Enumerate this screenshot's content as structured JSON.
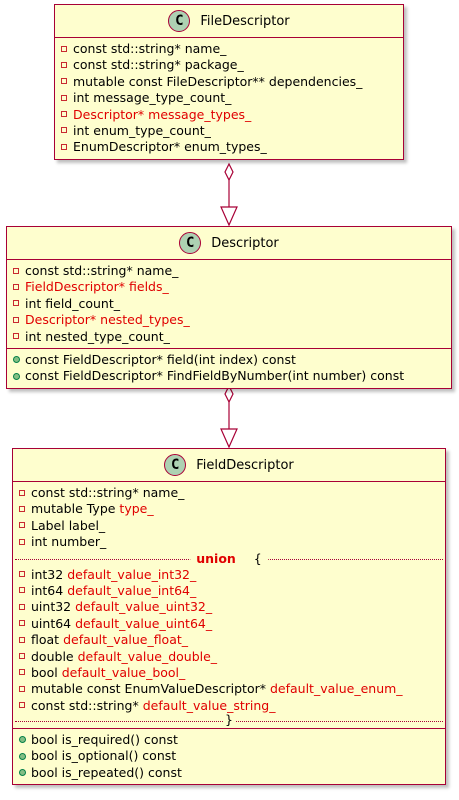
{
  "classes": {
    "file_descriptor": {
      "badge": "C",
      "name": "FileDescriptor",
      "fields": [
        {
          "vis": "private",
          "text": "const std::string* name_"
        },
        {
          "vis": "private",
          "text": "const std::string* package_"
        },
        {
          "vis": "private",
          "text": "mutable const FileDescriptor** dependencies_"
        },
        {
          "vis": "private",
          "text": "int message_type_count_"
        },
        {
          "vis": "private",
          "text": "Descriptor* message_types_",
          "highlight": true
        },
        {
          "vis": "private",
          "text": "int enum_type_count_"
        },
        {
          "vis": "private",
          "text": "EnumDescriptor* enum_types_"
        }
      ]
    },
    "descriptor": {
      "badge": "C",
      "name": "Descriptor",
      "fields": [
        {
          "vis": "private",
          "text": "const std::string* name_"
        },
        {
          "vis": "private",
          "text": "FieldDescriptor* fields_",
          "highlight": true
        },
        {
          "vis": "private",
          "text": "int field_count_"
        },
        {
          "vis": "private",
          "text": "Descriptor* nested_types_",
          "highlight": true
        },
        {
          "vis": "private",
          "text": "int nested_type_count_"
        }
      ],
      "methods": [
        {
          "vis": "public",
          "text": "const FieldDescriptor* field(int index) const"
        },
        {
          "vis": "public",
          "text": "const FieldDescriptor* FindFieldByNumber(int number) const"
        }
      ]
    },
    "field_descriptor": {
      "badge": "C",
      "name": "FieldDescriptor",
      "fields": [
        {
          "vis": "private",
          "text": "const std::string* name_"
        },
        {
          "vis": "private",
          "prefix": "mutable Type ",
          "name": "type_"
        },
        {
          "vis": "private",
          "text": "Label label_"
        },
        {
          "vis": "private",
          "text": "int number_"
        }
      ],
      "union_keyword": "union",
      "union_open": "{",
      "union_fields": [
        {
          "vis": "private",
          "prefix": "int32 ",
          "name": "default_value_int32_"
        },
        {
          "vis": "private",
          "prefix": "int64 ",
          "name": "default_value_int64_"
        },
        {
          "vis": "private",
          "prefix": "uint32 ",
          "name": "default_value_uint32_"
        },
        {
          "vis": "private",
          "prefix": "uint64 ",
          "name": "default_value_uint64_"
        },
        {
          "vis": "private",
          "prefix": "float ",
          "name": "default_value_float_"
        },
        {
          "vis": "private",
          "prefix": "double ",
          "name": "default_value_double_"
        },
        {
          "vis": "private",
          "prefix": "bool ",
          "name": "default_value_bool_"
        },
        {
          "vis": "private",
          "prefix": "mutable const EnumValueDescriptor* ",
          "name": "default_value_enum_"
        },
        {
          "vis": "private",
          "prefix": "const std::string* ",
          "name": "default_value_string_"
        }
      ],
      "union_close": "}",
      "methods": [
        {
          "vis": "public",
          "text": "bool is_required() const"
        },
        {
          "vis": "public",
          "text": "bool is_optional() const"
        },
        {
          "vis": "public",
          "text": "bool is_repeated() const"
        }
      ]
    }
  },
  "relations": [
    {
      "from": "file_descriptor",
      "to": "descriptor",
      "kind": "composition-to-generalization"
    },
    {
      "from": "descriptor",
      "to": "field_descriptor",
      "kind": "composition-to-generalization"
    }
  ],
  "colors": {
    "class_fill": "#FEFECE",
    "border": "#A80036",
    "badge_fill": "#ADD1B2",
    "highlight_text": "#E00000",
    "private_marker": "#C82930",
    "public_marker": "#84BE84"
  }
}
